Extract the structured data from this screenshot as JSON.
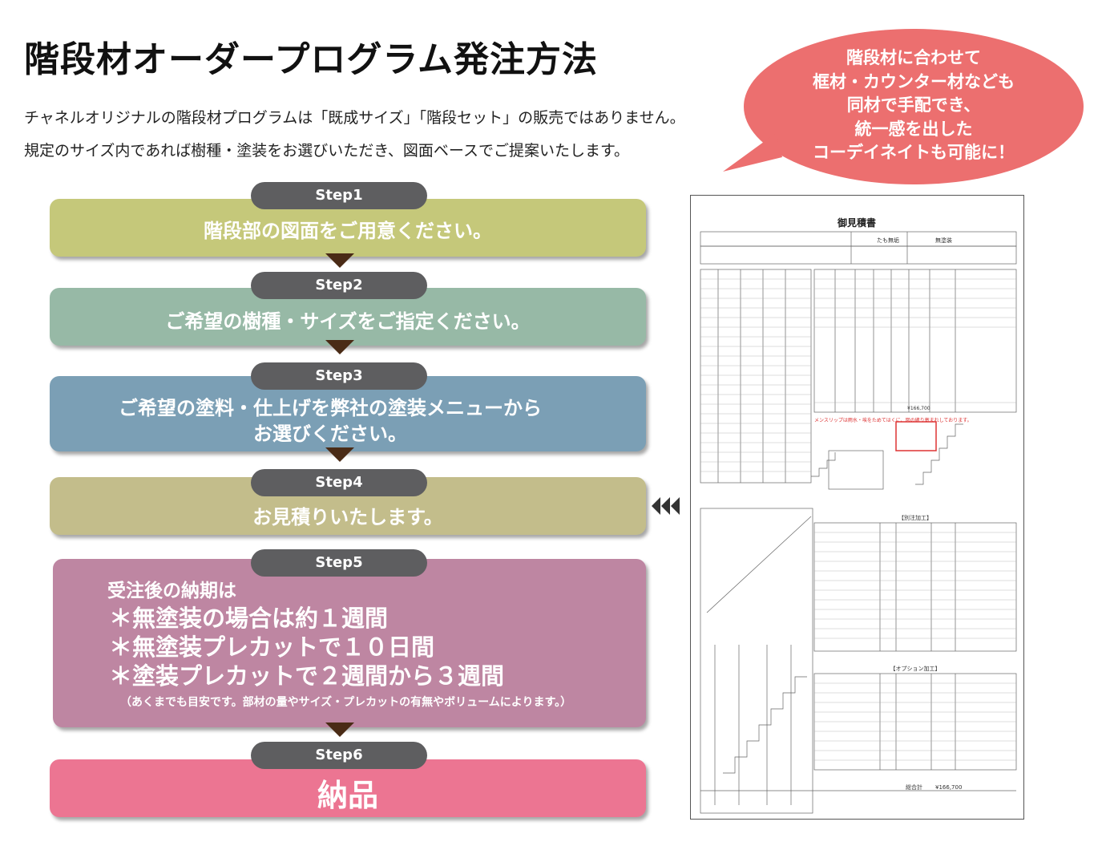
{
  "title": "階段材オーダープログラム発注方法",
  "intro": {
    "line1": "チャネルオリジナルの階段材プログラムは「既成サイズ」「階段セット」の販売ではありません。",
    "line2": "規定のサイズ内であれば樹種・塗装をお選びいただき、図面ベースでご提案いたします。"
  },
  "bubble": {
    "lines": [
      "階段材に合わせて",
      "框材・カウンター材なども",
      "同材で手配でき、",
      "統一感を出した",
      "コーデイネイトも可能に！"
    ],
    "color": "#ec6f6f"
  },
  "steps": [
    {
      "label": "Step1",
      "text": "階段部の図面をご用意ください。",
      "color": "#c5c87a"
    },
    {
      "label": "Step2",
      "text": "ご希望の樹種・サイズをご指定ください。",
      "color": "#97b9a6"
    },
    {
      "label": "Step3",
      "line1": "ご希望の塗料・仕上げを弊社の塗装メニューから",
      "line2": "お選びください。",
      "color": "#7b9fb5"
    },
    {
      "label": "Step4",
      "text": "お見積りいたします。",
      "color": "#c3bd8b"
    },
    {
      "label": "Step5",
      "heading": "受注後の納期は",
      "items": [
        "＊無塗装の場合は約１週間",
        "＊無塗装プレカットで１０日間",
        "＊塗装プレカットで２週間から３週間"
      ],
      "note": "（あくまでも目安です。部材の量やサイズ・プレカットの有無やボリュームによります。）",
      "color": "#be86a2"
    },
    {
      "label": "Step6",
      "text": "納品",
      "color": "#ec7592"
    }
  ],
  "document": {
    "title": "御見積書",
    "sub1": "たも無垢",
    "sub2": "無塗装",
    "section1": "【別注加工】",
    "section2": "【オプション加工】",
    "subtotal": "¥166,700",
    "total_label": "総合計",
    "total": "¥166,700",
    "note": "メンスリップは雨水・埃をためてはくに、図の確り寄まれしております。"
  }
}
